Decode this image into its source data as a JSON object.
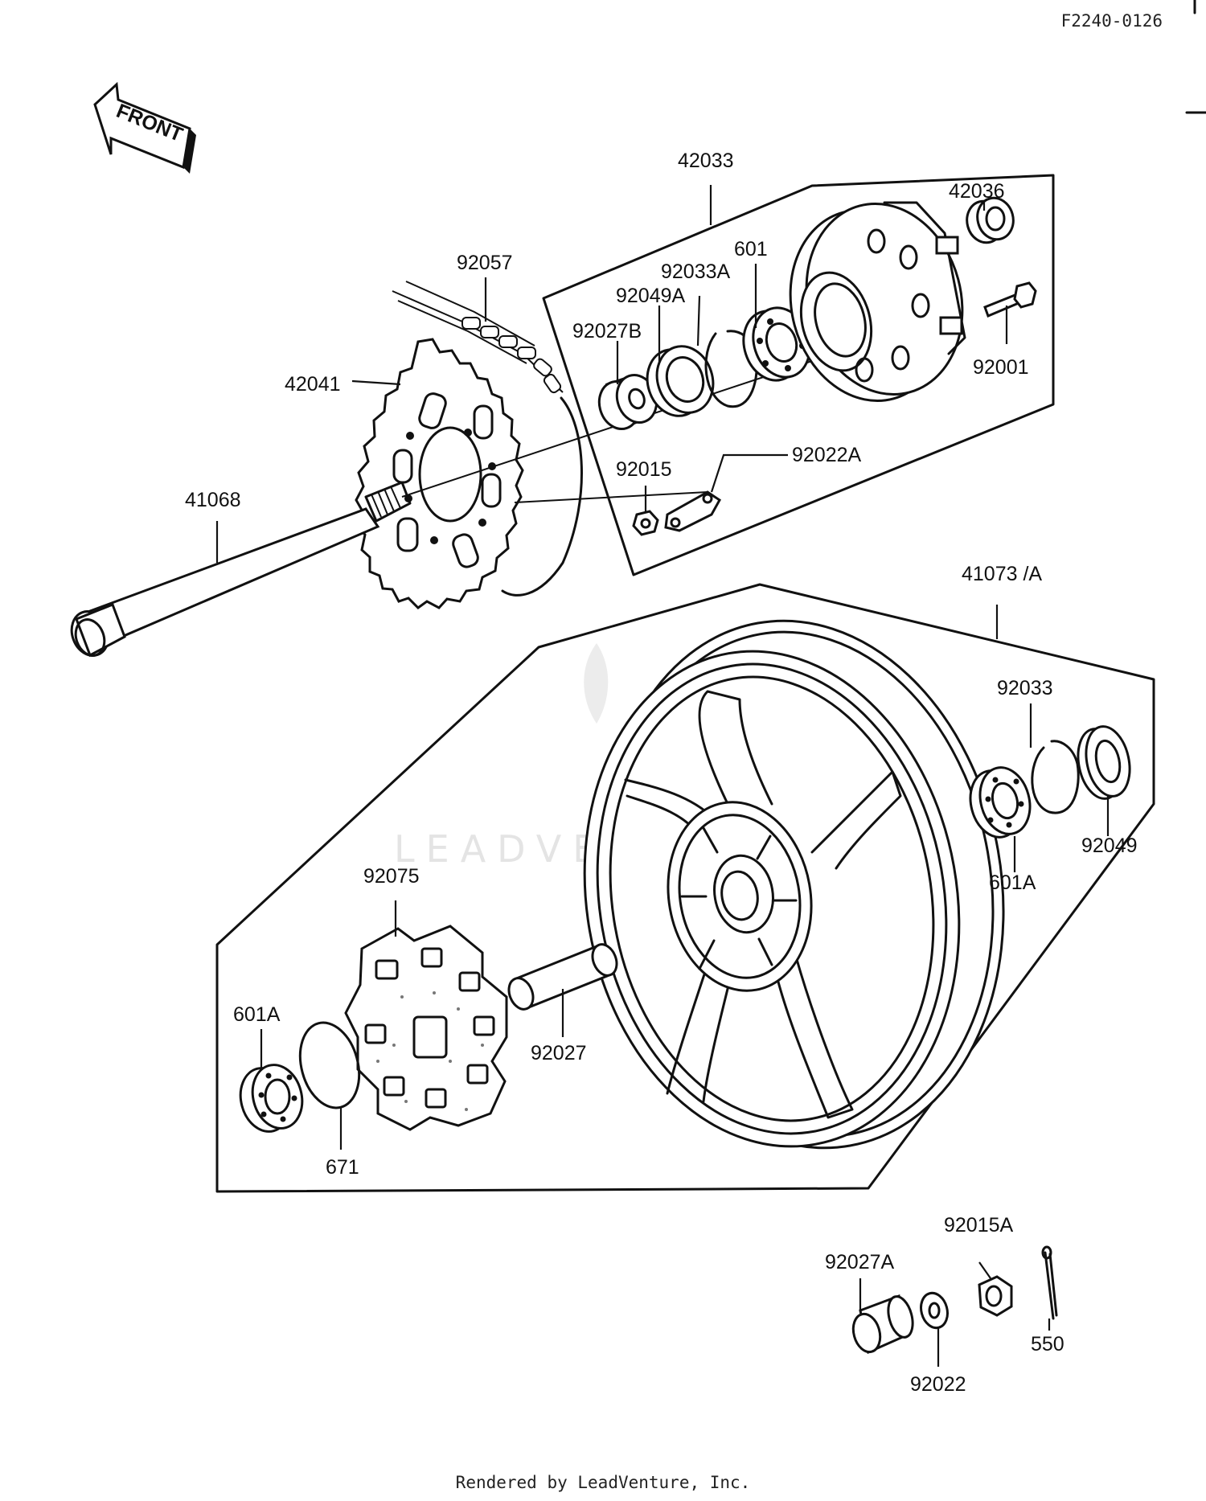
{
  "diagram_id": "F2240-0126",
  "front_arrow_label": "FRONT",
  "watermark": "LEADVENTURE",
  "footer": "Rendered by LeadVenture, Inc.",
  "parts": {
    "p42033": "42033",
    "p42036": "42036",
    "p601": "601",
    "p92033A": "92033A",
    "p92049A": "92049A",
    "p92027B": "92027B",
    "p92057": "92057",
    "p42041": "42041",
    "p92001": "92001",
    "p92015": "92015",
    "p92022A": "92022A",
    "p41068": "41068",
    "p41073A": "41073 /A",
    "p92033": "92033",
    "p92049": "92049",
    "p601A_right": "601A",
    "p92075": "92075",
    "p601A_left": "601A",
    "p92027": "92027",
    "p671": "671",
    "p92015A": "92015A",
    "p92027A": "92027A",
    "p550": "550",
    "p92022": "92022"
  }
}
